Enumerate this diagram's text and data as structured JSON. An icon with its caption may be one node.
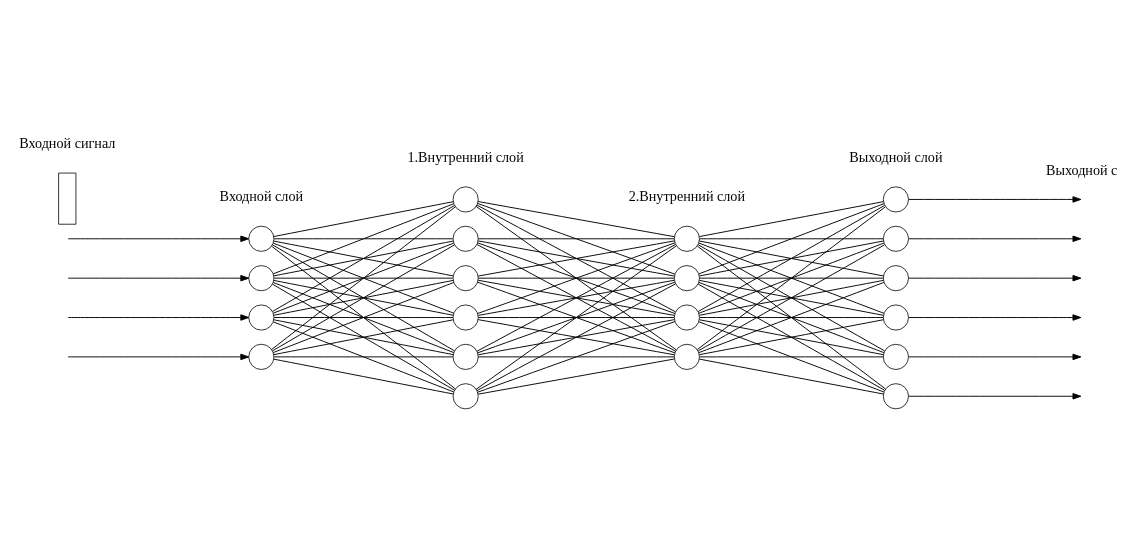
{
  "diagram": {
    "nodes": [
      {
        "text": [],
        "shape": "circle"
      },
      {
        "text": [],
        "shape": "circle"
      },
      {
        "text": [],
        "shape": "circle"
      },
      {
        "text": [],
        "shape": "circle"
      },
      {
        "text": [],
        "shape": "circle"
      },
      {
        "text": [],
        "shape": "circle"
      },
      {
        "text": [],
        "shape": "circle"
      },
      {
        "text": [],
        "shape": "circle"
      },
      {
        "text": [],
        "shape": "circle"
      },
      {
        "text": [],
        "shape": "circle"
      },
      {
        "text": [],
        "shape": "circle"
      },
      {
        "text": [],
        "shape": "circle"
      },
      {
        "text": [],
        "shape": "circle"
      },
      {
        "text": [],
        "shape": "circle"
      },
      {
        "text": [],
        "shape": "circle"
      },
      {
        "text": [],
        "shape": "circle"
      },
      {
        "text": [],
        "shape": "circle"
      },
      {
        "text": [],
        "shape": "circle"
      },
      {
        "text": [],
        "shape": "circle"
      },
      {
        "text": [],
        "shape": "circle"
      },
      {
        "text": [],
        "shape": "box"
      }
    ],
    "edges": [
      {
        "from": null,
        "to": 0,
        "arrow": "to"
      },
      {
        "from": null,
        "to": 1,
        "arrow": "to"
      },
      {
        "from": null,
        "to": 2,
        "arrow": "to"
      },
      {
        "from": null,
        "to": 3,
        "arrow": "to"
      },
      {
        "from": 0,
        "to": 4,
        "arrow": "none"
      },
      {
        "from": 0,
        "to": 5,
        "arrow": "none"
      },
      {
        "from": 0,
        "to": 6,
        "arrow": "none"
      },
      {
        "from": 0,
        "to": 7,
        "arrow": "none"
      },
      {
        "from": 0,
        "to": 8,
        "arrow": "none"
      },
      {
        "from": 0,
        "to": 9,
        "arrow": "none"
      },
      {
        "from": 1,
        "to": 4,
        "arrow": "none"
      },
      {
        "from": 1,
        "to": 5,
        "arrow": "none"
      },
      {
        "from": 1,
        "to": 6,
        "arrow": "none"
      },
      {
        "from": 1,
        "to": 7,
        "arrow": "none"
      },
      {
        "from": 1,
        "to": 8,
        "arrow": "none"
      },
      {
        "from": 1,
        "to": 9,
        "arrow": "none"
      },
      {
        "from": 2,
        "to": 4,
        "arrow": "none"
      },
      {
        "from": 2,
        "to": 5,
        "arrow": "none"
      },
      {
        "from": 2,
        "to": 6,
        "arrow": "none"
      },
      {
        "from": 2,
        "to": 7,
        "arrow": "none"
      },
      {
        "from": 2,
        "to": 8,
        "arrow": "none"
      },
      {
        "from": 2,
        "to": 9,
        "arrow": "none"
      },
      {
        "from": 3,
        "to": 4,
        "arrow": "none"
      },
      {
        "from": 3,
        "to": 5,
        "arrow": "none"
      },
      {
        "from": 3,
        "to": 6,
        "arrow": "none"
      },
      {
        "from": 3,
        "to": 7,
        "arrow": "none"
      },
      {
        "from": 3,
        "to": 8,
        "arrow": "none"
      },
      {
        "from": 3,
        "to": 9,
        "arrow": "none"
      },
      {
        "from": 4,
        "to": 10,
        "arrow": "none"
      },
      {
        "from": 4,
        "to": 11,
        "arrow": "none"
      },
      {
        "from": 4,
        "to": 12,
        "arrow": "none"
      },
      {
        "from": 4,
        "to": 13,
        "arrow": "none"
      },
      {
        "from": 5,
        "to": 10,
        "arrow": "none"
      },
      {
        "from": 5,
        "to": 11,
        "arrow": "none"
      },
      {
        "from": 5,
        "to": 12,
        "arrow": "none"
      },
      {
        "from": 5,
        "to": 13,
        "arrow": "none"
      },
      {
        "from": 6,
        "to": 10,
        "arrow": "none"
      },
      {
        "from": 6,
        "to": 11,
        "arrow": "none"
      },
      {
        "from": 6,
        "to": 12,
        "arrow": "none"
      },
      {
        "from": 6,
        "to": 13,
        "arrow": "none"
      },
      {
        "from": 7,
        "to": 10,
        "arrow": "none"
      },
      {
        "from": 7,
        "to": 11,
        "arrow": "none"
      },
      {
        "from": 7,
        "to": 12,
        "arrow": "none"
      },
      {
        "from": 7,
        "to": 13,
        "arrow": "none"
      },
      {
        "from": 8,
        "to": 10,
        "arrow": "none"
      },
      {
        "from": 8,
        "to": 11,
        "arrow": "none"
      },
      {
        "from": 8,
        "to": 12,
        "arrow": "none"
      },
      {
        "from": 8,
        "to": 13,
        "arrow": "none"
      },
      {
        "from": 9,
        "to": 10,
        "arrow": "none"
      },
      {
        "from": 9,
        "to": 11,
        "arrow": "none"
      },
      {
        "from": 9,
        "to": 12,
        "arrow": "none"
      },
      {
        "from": 9,
        "to": 13,
        "arrow": "none"
      },
      {
        "from": 10,
        "to": 14,
        "arrow": "none"
      },
      {
        "from": 10,
        "to": 15,
        "arrow": "none"
      },
      {
        "from": 10,
        "to": 16,
        "arrow": "none"
      },
      {
        "from": 10,
        "to": 17,
        "arrow": "none"
      },
      {
        "from": 10,
        "to": 18,
        "arrow": "none"
      },
      {
        "from": 10,
        "to": 19,
        "arrow": "none"
      },
      {
        "from": 11,
        "to": 14,
        "arrow": "none"
      },
      {
        "from": 11,
        "to": 15,
        "arrow": "none"
      },
      {
        "from": 11,
        "to": 16,
        "arrow": "none"
      },
      {
        "from": 11,
        "to": 17,
        "arrow": "none"
      },
      {
        "from": 11,
        "to": 18,
        "arrow": "none"
      },
      {
        "from": 11,
        "to": 19,
        "arrow": "none"
      },
      {
        "from": 12,
        "to": 14,
        "arrow": "none"
      },
      {
        "from": 12,
        "to": 15,
        "arrow": "none"
      },
      {
        "from": 12,
        "to": 16,
        "arrow": "none"
      },
      {
        "from": 12,
        "to": 17,
        "arrow": "none"
      },
      {
        "from": 12,
        "to": 18,
        "arrow": "none"
      },
      {
        "from": 12,
        "to": 19,
        "arrow": "none"
      },
      {
        "from": 13,
        "to": 14,
        "arrow": "none"
      },
      {
        "from": 13,
        "to": 15,
        "arrow": "none"
      },
      {
        "from": 13,
        "to": 16,
        "arrow": "none"
      },
      {
        "from": 13,
        "to": 17,
        "arrow": "none"
      },
      {
        "from": 13,
        "to": 18,
        "arrow": "none"
      },
      {
        "from": 13,
        "to": 19,
        "arrow": "none"
      },
      {
        "from": 14,
        "to": null,
        "arrow": "to"
      },
      {
        "from": 15,
        "to": null,
        "arrow": "to"
      },
      {
        "from": 16,
        "to": null,
        "arrow": "to"
      },
      {
        "from": 17,
        "to": null,
        "arrow": "to"
      },
      {
        "from": 18,
        "to": null,
        "arrow": "to"
      },
      {
        "from": 19,
        "to": null,
        "arrow": "to"
      }
    ],
    "labels": [
      "Входной сигнал",
      "Выходной с",
      "Входной слой",
      "1.Внутренний слой",
      "2.Внутренний слой",
      "Выходной слой"
    ]
  }
}
